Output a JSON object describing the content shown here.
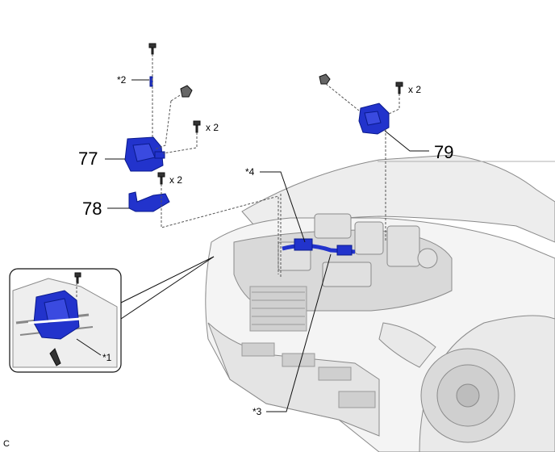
{
  "callouts": {
    "part_77": "77",
    "part_78": "78",
    "part_79": "79",
    "ref_1": "*1",
    "ref_2": "*2",
    "ref_3": "*3",
    "ref_4": "*4"
  },
  "quantities": {
    "bolt_77": "x 2",
    "bolt_78": "x 2",
    "bolt_79": "x 2"
  },
  "figure_code": "C",
  "colors": {
    "part_blue": "#2233cc",
    "part_blue_dark": "#0a1a8c",
    "line_gray": "#555555",
    "vehicle_gray": "#c8c8c8"
  }
}
